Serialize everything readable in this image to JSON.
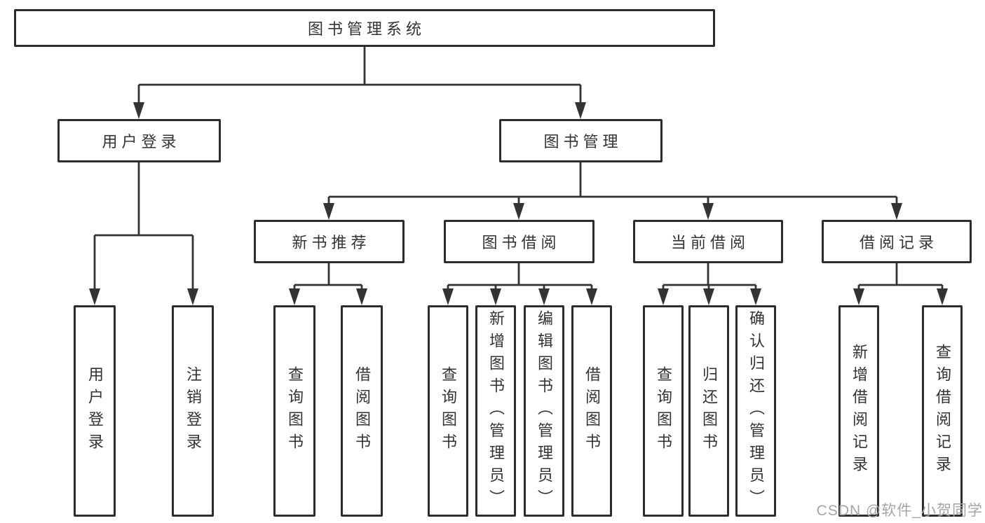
{
  "tree": {
    "root": "图书管理系统",
    "branches": [
      {
        "label": "用户登录",
        "leaves": [
          "用户登录",
          "注销登录"
        ]
      },
      {
        "label": "图书管理",
        "groups": [
          {
            "label": "新书推荐",
            "leaves": [
              "查询图书",
              "借阅图书"
            ]
          },
          {
            "label": "图书借阅",
            "leaves": [
              "查询图书",
              "新增图书（管理员）",
              "编辑图书（管理员）",
              "借阅图书"
            ]
          },
          {
            "label": "当前借阅",
            "leaves": [
              "查询图书",
              "归还图书",
              "确认归还（管理员）"
            ]
          },
          {
            "label": "借阅记录",
            "leaves": [
              "新增借阅记录",
              "查询借阅记录"
            ]
          }
        ]
      }
    ]
  },
  "watermark": "CSDN @软件_小贺同学",
  "colors": {
    "line": "#333333",
    "border": "#2d2d2d",
    "text": "#333333",
    "watermark": "#a5a5a5",
    "background": "#ffffff"
  }
}
